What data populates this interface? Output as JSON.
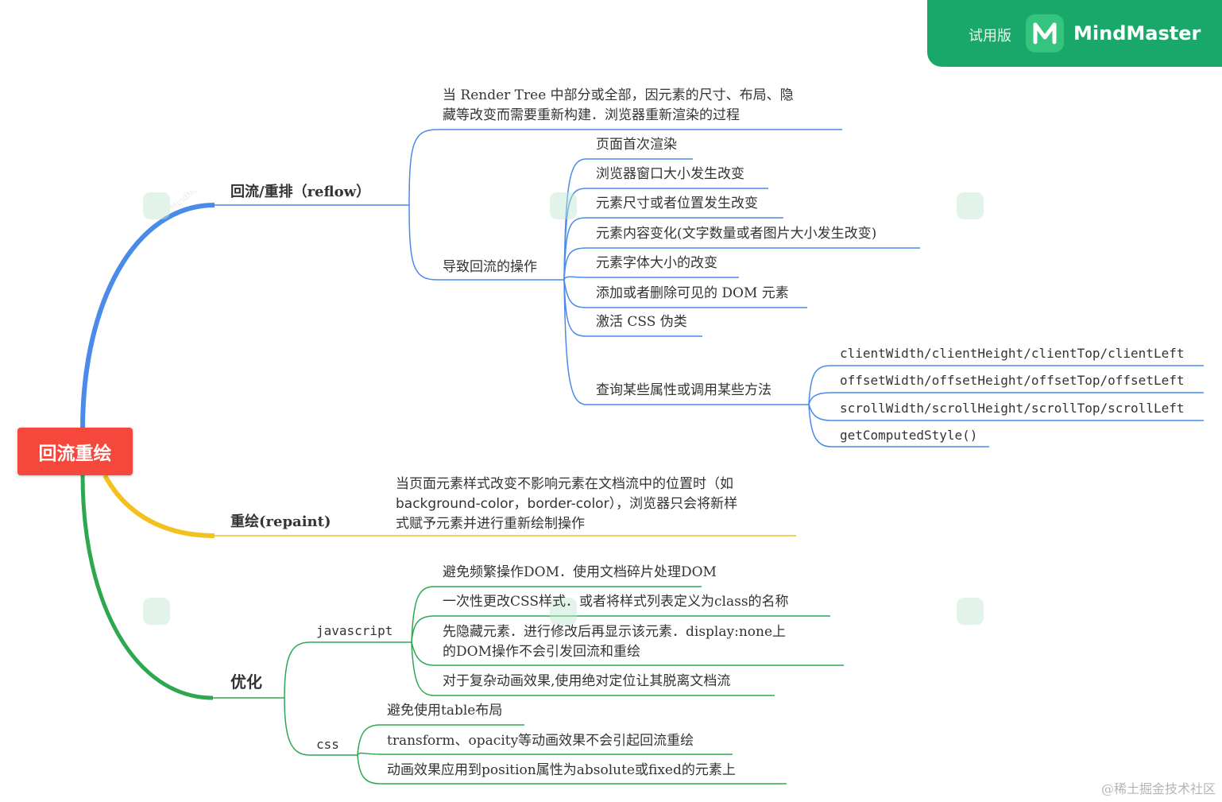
{
  "app": {
    "trial_label": "试用版",
    "brand_name": "MindMaster",
    "brand_color": "#1aa86a"
  },
  "root": {
    "label": "回流重绘",
    "color": "#f5473c"
  },
  "branches": {
    "reflow": {
      "label": "回流/重排（reflow）",
      "color": "#4a8ae8",
      "definition": "当 Render Tree 中部分或全部，因元素的尺寸、布局、隐\n藏等改变而需要重新构建．浏览器重新渲染的过程",
      "causes_label": "导致回流的操作",
      "causes": [
        "页面首次渲染",
        "浏览器窗口大小发生改变",
        "元素尺寸或者位置发生改变",
        "元素内容变化(文字数量或者图片大小发生改变)",
        "元素字体大小的改变",
        "添加或者删除可见的 DOM 元素",
        "激活 CSS 伪类",
        "查询某些属性或调用某些方法"
      ],
      "methods": [
        "clientWidth/clientHeight/clientTop/clientLeft",
        "offsetWidth/offsetHeight/offsetTop/offsetLeft",
        "scrollWidth/scrollHeight/scrollTop/scrollLeft",
        "getComputedStyle()"
      ]
    },
    "repaint": {
      "label": "重绘(repaint)",
      "color": "#f4c020",
      "definition": "当页面元素样式改变不影响元素在文档流中的位置时（如\nbackground-color，border-color），浏览器只会将新样\n式赋予元素并进行重新绘制操作"
    },
    "optimize": {
      "label": "优化",
      "color": "#2ea84f",
      "javascript_label": "javascript",
      "javascript_items": [
        "避免频繁操作DOM．使用文档碎片处理DOM",
        "一次性更改CSS样式．或者将样式列表定义为class的名称",
        "先隐藏元素．进行修改后再显示该元素．display:none上\n的DOM操作不会引发回流和重绘",
        "对于复杂动画效果,使用绝对定位让其脱离文档流"
      ],
      "css_label": "css",
      "css_items": [
        "避免使用table布局",
        "transform、opacity等动画效果不会引起回流重绘",
        "动画效果应用到position属性为absolute或fixed的元素上"
      ]
    }
  },
  "watermark": "MindMaster",
  "footer": "@稀土掘金技术社区"
}
